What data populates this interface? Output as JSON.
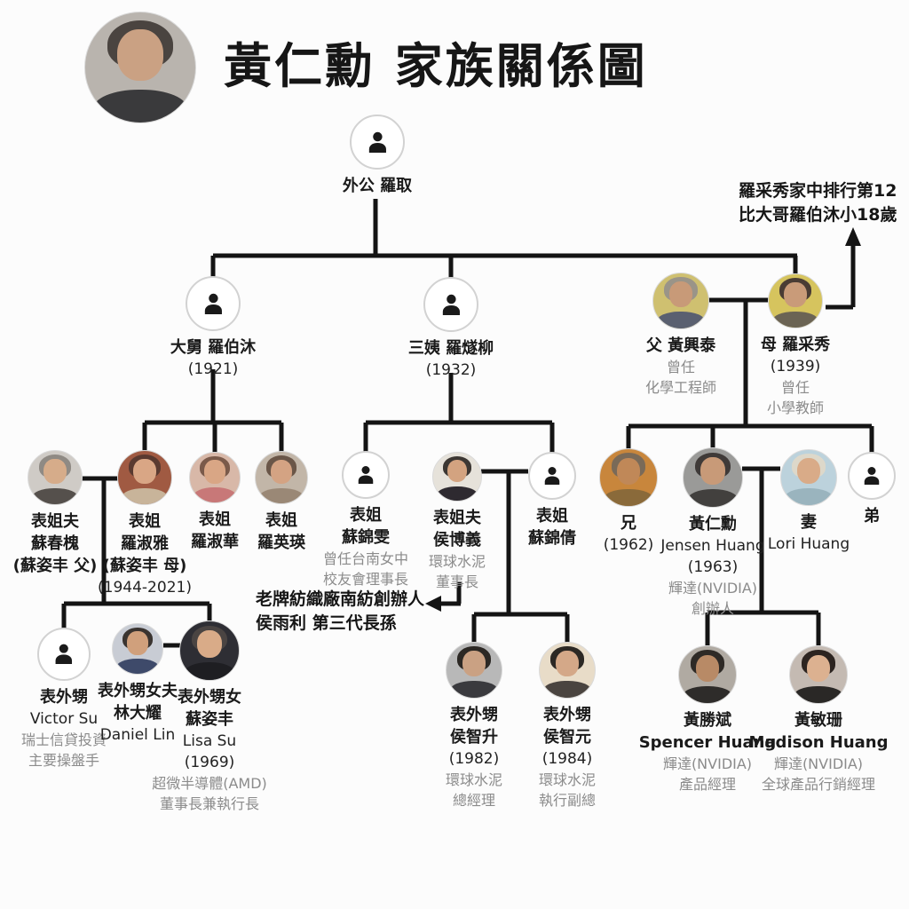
{
  "title": {
    "text": "黃仁勳 家族關係圖"
  },
  "annotations": {
    "mother_note": "羅采秀家中排行第12\n比大哥羅伯沐小18歲",
    "hou_note": "老牌紡織廠南紡創辦人\n侯雨利 第三代長孫"
  },
  "people": {
    "waigong": {
      "bold": "外公 羅取"
    },
    "dajiu": {
      "bold": "大舅 羅伯沐",
      "plain": "(1921)"
    },
    "sanyi": {
      "bold": "三姨 羅燧柳",
      "plain": "(1932)"
    },
    "fu": {
      "bold": "父 黃興泰",
      "gray": "曾任\n化學工程師"
    },
    "mu": {
      "bold": "母 羅采秀",
      "plain": "(1939)",
      "gray": "曾任\n小學教師"
    },
    "su_chunhuai": {
      "bold": "表姐夫\n蘇春槐\n(蘇姿丰 父)"
    },
    "luo_shuya": {
      "bold": "表姐\n羅淑雅\n(蘇姿丰 母)",
      "plain": "(1944-2021)"
    },
    "luo_shuhua": {
      "bold": "表姐\n羅淑華"
    },
    "luo_yingying": {
      "bold": "表姐\n羅英瑛"
    },
    "su_jinwen": {
      "bold": "表姐\n蘇錦雯",
      "gray": "曾任台南女中\n校友會理事長"
    },
    "hou_boyi": {
      "bold": "表姐夫\n侯博義",
      "gray": "環球水泥\n董事長"
    },
    "su_jinqian": {
      "bold": "表姐\n蘇錦倩"
    },
    "xiong": {
      "bold": "兄",
      "plain": "(1962)"
    },
    "jensen": {
      "bold": "黃仁勳",
      "plain": "Jensen Huang\n(1963)",
      "gray": "輝達(NVIDIA)\n創辦人"
    },
    "qi": {
      "bold": "妻",
      "plain": "Lori Huang"
    },
    "di": {
      "bold": "弟"
    },
    "victor": {
      "bold": "表外甥",
      "plain": "Victor Su",
      "gray": "瑞士信貸投資\n主要操盤手"
    },
    "daniel": {
      "bold": "表外甥女夫\n林大耀",
      "plain": "Daniel Lin"
    },
    "lisa": {
      "bold": "表外甥女\n蘇姿丰",
      "plain": "Lisa Su\n(1969)",
      "gray": "超微半導體(AMD)\n董事長兼執行長"
    },
    "hou_zhisheng": {
      "bold": "表外甥\n侯智升",
      "plain": "(1982)",
      "gray": "環球水泥\n總經理"
    },
    "hou_zhiyuan": {
      "bold": "表外甥\n侯智元",
      "plain": "(1984)",
      "gray": "環球水泥\n執行副總"
    },
    "spencer": {
      "bold": "黃勝斌\nSpencer Huang",
      "gray": "輝達(NVIDIA)\n產品經理"
    },
    "madison": {
      "bold": "黃敏珊\nMadison Huang",
      "gray": "輝達(NVIDIA)\n全球產品行銷經理"
    }
  },
  "colors": {
    "line": "#141414",
    "text": "#1a1a1a",
    "muted": "#8b8b8b",
    "background": "#fcfcfc"
  }
}
